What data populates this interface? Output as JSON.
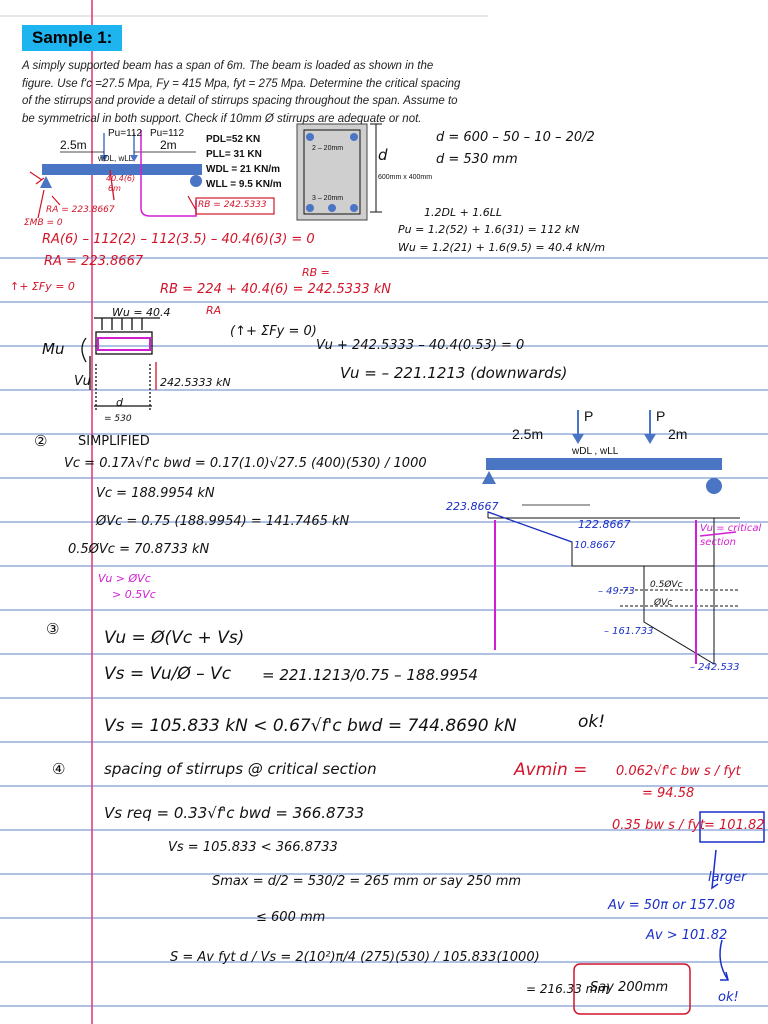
{
  "header": {
    "title": "Sample 1:"
  },
  "problem": {
    "text": "A simply supported beam has a span of 6m. The beam is loaded as shown in the figure. Use f'c =27.5 Mpa, Fy = 415 Mpa, fyt = 275 Mpa. Determine the critical spacing of the stirrups and provide a detail of stirrups spacing throughout the span. Assume to be symmetrical in both support. Check if 10mm Ø stirrups are adequate or not."
  },
  "figure_top": {
    "span_a": "2.5m",
    "span_b": "2m",
    "p1": "Pu=112",
    "p2": "Pu=112",
    "load_label": "wDL, wLL",
    "loads": [
      "PDL=52 KN",
      "PLL= 31 KN",
      "WDL = 21 KN/m",
      "WLL = 9.5 KN/m"
    ],
    "section_top_bars": "2 – 20mm",
    "section_bottom_bars": "3 – 20mm",
    "section_size": "600mm x 400mm",
    "section_d": "d"
  },
  "notes": {
    "d_eq1": "d = 600 – 50 – 10 – 20/2",
    "d_eq2": "d = 530 mm",
    "combo": "1.2DL + 1.6LL",
    "pu_eq": "Pu = 1.2(52) + 1.6(31) = 112 kN",
    "wu_eq": "Wu = 1.2(21) + 1.6(9.5) = 40.4 kN/m",
    "ra_small": "RA = 223.8667",
    "rb_small": "RB = 242.5333",
    "sum_m": "ΣMB = 0",
    "load_40": "40.4(6)",
    "load_6m": "6m",
    "ra_eq1": "RA(6) – 112(2) – 112(3.5) – 40.4(6)(3) = 0",
    "ra_eq2": "RA = 223.8667",
    "sumfy": "↑+ ΣFy = 0",
    "rb_tag": "RB =",
    "rb_eq": "RB = 224 + 40.4(6) = 242.5333 kN",
    "ra_tag": "RA"
  },
  "fbd": {
    "wu": "Wu = 40.4",
    "mu": "Mu",
    "vu": "Vu",
    "reaction": "242.5333 kN",
    "d": "d",
    "d_val": "= 530"
  },
  "vu_calc": {
    "eq_fy": "(↑+ ΣFy = 0)",
    "eq1": "Vu + 242.5333 – 40.4(0.53) = 0",
    "eq2": "Vu = – 221.1213   (downwards)"
  },
  "step2": {
    "num": "②",
    "title": "SIMPLIFIED",
    "vc_eq": "Vc = 0.17λ√f'c bwd  =  0.17(1.0)√27.5 (400)(530) / 1000",
    "vc": "Vc =  188.9954 kN",
    "phivc": "ØVc  = 0.75 (188.9954)  =  141.7465 kN",
    "half": "0.5ØVc  =  70.8733 kN",
    "cmp1": "Vu > ØVc",
    "cmp2": "> 0.5Vc"
  },
  "sfd": {
    "span_a": "2.5m",
    "span_b": "2m",
    "load_label": "wDL , wLL",
    "p": "P",
    "v1": "223.8667",
    "v2": "122.8667",
    "v3": "10.8667",
    "v4": "– 49.73",
    "v5": "– 161.733",
    "v6": "– 242.533",
    "phivc": "ØVc",
    "half": "0.5ØVc",
    "crit": "Vu = critical section"
  },
  "step3": {
    "num": "③",
    "eq1": "Vu = Ø(Vc + Vs)",
    "eq2a": "Vs = Vu/Ø – Vc",
    "eq2b": "= 221.1213/0.75 – 188.9954",
    "eq3": "Vs = 105.833 kN   < 0.67√f'c bwd = 744.8690 kN",
    "ok": "ok!"
  },
  "step4": {
    "num": "④",
    "title": "spacing of stirrups @ critical section",
    "vsreq": "Vs req =  0.33√f'c bwd  =  366.8733",
    "cmp": "Vs = 105.833 < 366.8733",
    "smax": "Smax = d/2 = 530/2 = 265 mm  or say 250 mm",
    "smax2": "≤ 600 mm",
    "s_eq": "S = Av fyt d / Vs  =  2(10²)π/4 (275)(530) / 105.833(1000)",
    "s_result": "= 216.33 mm",
    "say": "Say 200mm"
  },
  "avmin": {
    "title": "Avmin =",
    "eq1": "0.062√f'c bw s / fyt",
    "eq1b": "= 94.58",
    "eq2": "0.35 bw s / fyt",
    "eq2b": "= 101.82",
    "larger": "larger",
    "av": "Av = 50π or 157.08",
    "av2": "Av > 101.82",
    "ok": "ok!"
  }
}
